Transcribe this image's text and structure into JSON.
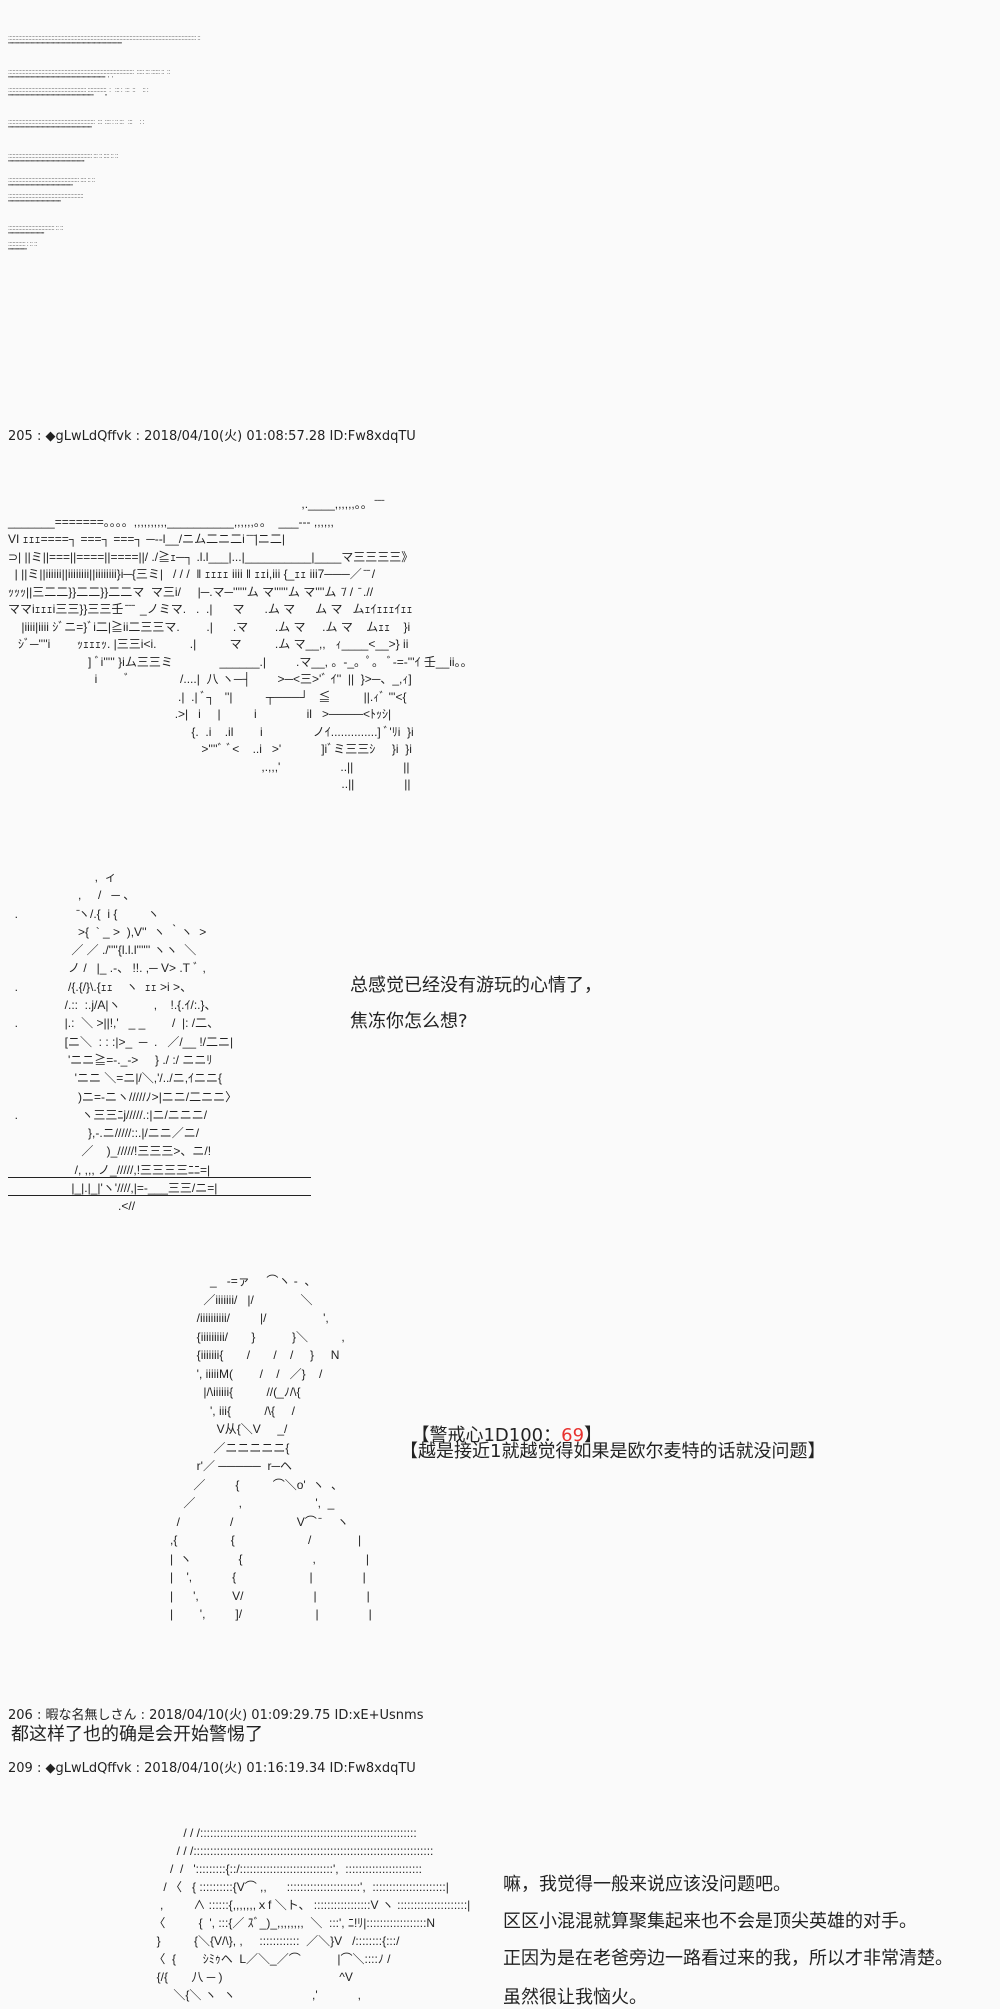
{
  "top_texture": [
    ":::::::::::::::::::::::::::::::::::::::::::::::::::::::::::::::::::::::::::::::::::::::::::::::::::::::::::::::::::::::::::::::::: ::",
    "''''''''''''''''''''''''''''''''''''''''''''''''''''''''''''''''''''''''''''''''''''''''''''''''''''''''''''''''''''''''''''''''''''''''",
    ":::::::::::::::::::::::::::::::::::::::::::::::::::::::::::::::::::::::::::::::::::::::  ::::: ::: :::::: ::  ::",
    "''''''''''''''''''''''''''''''''''''''''''''''''''''''''''''''''''''''''''''''''''''''''''''''''''''''''''''''''''''  '  '",
    ":::::::::::::::::::::::::::::::::::::::::::::::::::::: :::::::::::::  :   ::: :  :::  ::     :: :",
    "''''''''''''''''''''''''''''''''''''''''''''''''''''''''''''''''''''''''''''''''''''''''''''''''''''''        ''",
    "::::::::::::::::::::::::::::::::::::::::::::::::::::::::::::  :::  :::: : :: :::   :::     : :",
    "''''''''''''''''''''''''''''''''''''''''''''''''''''''''''''''''''''''''''''''''''''''''''''''''''''",
    ":::::::::::::::::::::::::::::::::::::::::::::::::::::::::: ::: :: :::: :: ::",
    "'''''''''''''''''''''''''''''''''''''''''''''''''''''''''''''''''''''''''''''''''''''''''''",
    "::::::::::::::::::::::::::::::::::::::::::::::::: :::: :: ::",
    "'''''''''''''''''''''''''''''''''''''''''''''''''''''''''''''''''''''''''''''",
    "::::::::::::::::::::::::::::::::::::::::::::::::::::",
    "'''''''''''''''''''''''''''''''''''''''''''''''''''''''''''''''",
    ":::::::::::::::::::::::::::::::: :: ::",
    "'''''''''''''''''''''''''''''''''''''''''''",
    ":::::::::::: : :: ::",
    "''''''''''''''''''''''"
  ],
  "posts": [
    {
      "header": "205 : ◆gLwLdQffvk : 2018/04/10(火) 01:08:57.28 ID:Fw8xdqTU"
    },
    {
      "header": "206 : 暇な名無しさん : 2018/04/10(火) 01:09:29.75 ID:xE+Usnms",
      "body": "都这样了也的确是会开始警惕了"
    },
    {
      "header": "209 : ◆gLwLdQffvk : 2018/04/10(火) 01:16:19.34 ID:Fw8xdqTU"
    }
  ],
  "aa_city": [
    "                                                                                        ,.____,,,,,,。。 ̄ ̄ ̄",
    "_______=======。。。。,,,,,,,,,,__________,,,,,,。。  ___--- ,,,,,,",
    "VI ｪｪｪ====┐ ===┐ ===┐ ─--l__/ニム二ニ二i ̄ ̄ ̄|ニ二|",
    "⊃| ||ミ||===||====||====||/ ./≧ｪ─┐ .l.l___|...|__________|____マ三三三三》",
    "  | ||ミ||iiiiii||iiiiiiii||iiiiiiii}i─{三ミ|   / / /  ‖ ｪｪｪｪ iiii ‖ ｪｪi,iii {_ｪｪ iii7───／ ̄ ̄ /",
    "ｯｯｯ||三二二}}二二}}二二マ  マ三i/     |─.マ─''''''ム マ''''''ム マ''''ム  ̄/ /  ̄ .//",
    "ママiｪｪｪi三三}}三三壬 ̄ ̄ ̄  _ノミマ.   .  .|      マ      .ム マ      ム マ   ムｪｲｪｪｪｲｪｪ",
    "    |iiii|iiii ｼﾞニ=}ﾞi二|≧ii二三三マ.        .|      .マ        .ム マ     .ム マ    ムｪｪ    }i",
    "   ｼﾞ─''''i        ｯｪｪｪｯ. |三三i<i.          .|          マ          .ム マ__,,   ｨ____<__>} ii",
    "                        ] ﾞi''''' }iム三三ミ              ______.|         .マ__, 。-_。ﾟ。 ﾞ-=-'''ｲ 壬__ii。。",
    "                          i        ﾞ               /....|  八 ヽ─┤        >─<三>'ﾞ ｲ''  ||  }>─、_,ｨ]",
    "                                                   .|  .| ﾞ┐   ''|          ┬───┘   ≦          ||.ｨﾞ '''<{",
    "                                                  .>|   i     |          i               il   >────<ﾄｯｼ|",
    "                                                       {.  .i    .il        i               ノｲ..............] ﾞ'ﾘi  }i",
    "                                                          >''''ﾞ ﾞ<    ..i   >'            ]iﾞミ三三ｼ     }i  }i",
    "                                                                            ,.,,,'                  ..||               ||",
    "                                                                                                    ..||               ||"
  ],
  "aa_person1": [
    "                          ,  ィ",
    "                     ,     /   ─ 、",
    "  .                  ̄ヽ/.{  i {         ヽ",
    "                     >{  ` _ >  ),V''  ヽ ｀ヽ  >",
    "                   ／ ／ ./''''{l.l.l'''''' ヽヽ  ＼",
    "                  ノ /   |_ .-、 !!. ,─ V> .T ﾞ ,",
    "  .               /{.{/}\\.{ｪｪ    ヽ  ｪｪ >i >、",
    "                 /.::  :.j/A|ヽ          ,    !.{.ｲ/:.}、",
    "  .              |.:  ＼ >||!,'   _ _        /  |: /二、",
    "                 [ニ＼  : : :|>_  ─  .   ／/__ !/二ニ|",
    "                  'ニニ≧=-._->     } ./ :/ ニニﾘ",
    "                    'ニニ ＼=ニ|/＼,'/../ニ,ｲニニ{",
    "                     )ニ=-ニヽ/////ﾉ>|ニニ/二ニニ〉",
    "  .                   ヽ三三ﾆj/////.:|ニ/ニニニ/",
    "                        },-.ニ/////::.|/ニニ／ニ/",
    "                      ／    )_/////!三三三>、ニ/!",
    "                    /, ,,, ノ_/////,!三三三三ﾆﾆ=|",
    "                   |_|.|_|'ヽ'////,|=-___三三/ニ=|",
    "                                 .<//"
  ],
  "aa_person2": [
    "                        _   -=ァ     ⌒ヽ ‐  、",
    "                      ／iiiiiii/   |/              ＼",
    "                    /iiiiiiiiii/         |/                 ',",
    "                    {iiiiiiiii/       }           }＼          ,",
    "                    {iiiiiii{       /       /    /     }     N",
    "                    ', iiiiiM(        /    /   ／}    /",
    "                      |/\\iiiiii{          //(_ﾉ/\\{",
    "                        ', iii{          /\\{     /",
    "                          V从{＼V     _/",
    "                         ／ニニニニニ{",
    "                    r'／ ─────  r─ヘ",
    "                   ／         {          ⌒＼o'  ヽ  、",
    "                ／             ,                      ',  _",
    "              /               /                   V⌒ ̄     ヽ",
    "            ,{                {                      /              |",
    "            |  ヽ              {                     ,               |",
    "            |    ',            {                      |               |",
    "            |      ',          V/                     |               |",
    "            |        ',         ]/                      |               |"
  ],
  "aa_person3": [
    "                   / / /:::::::::::::::::::::::::::::::::::::::::::::::::::::::::::::::::",
    "                 / / /::::::::::::::::::::::::::::::::::::::::::::::::::::::::::::::::::::::::",
    "               /  /   ':::::::::{::/::::::::::::::::::::::::::::',  :::::::::::::::::::::::",
    "             / 〈   { ::::::::::{V⌒ ,,      ::::::::::::::::::::::',  ::::::::::::::::::::::|",
    "            ,         ∧ ::::::{,,,,,,,ｘf ＼ト、 :::::::::::::::::V ヽ :::::::::::::::::::::|",
    "          〈          {  ', :::{／ ｽﾞ_)_,,,,,,,,  ＼  :::', ﾆ!ﾘ|::::::::::::::::::N",
    "           }          {＼{V/\\}, ,     ::::::::::::  ／＼}V   /::::::::{:::/",
    "          〈  {        ｼﾐｩヘ  L／＼_／⌒           |⌒＼::::ﾉ /",
    "           {/{       八 ─ )                                   ^V",
    "                ＼{＼ ヽ  ヽ                       ,'            ,"
  ],
  "messages": {
    "block1": [
      "总感觉已经没有游玩的心情了，",
      "焦冻你怎么想?"
    ],
    "dice_prefix": "【警戒心1D100：",
    "dice_value": "69",
    "dice_suffix": "】",
    "dice_note": "【越是接近1就越觉得如果是欧尔麦特的话就没问题】",
    "block2": [
      "嘛，我觉得一般来说应该没问题吧。",
      "区区小混混就算聚集起来也不会是顶尖英雄的对手。",
      "正因为是在老爸旁边一路看过来的我，所以才非常清楚。",
      "虽然很让我恼火。"
    ]
  },
  "colors": {
    "background": "#fafafa",
    "dice_value": "#e8322f"
  }
}
